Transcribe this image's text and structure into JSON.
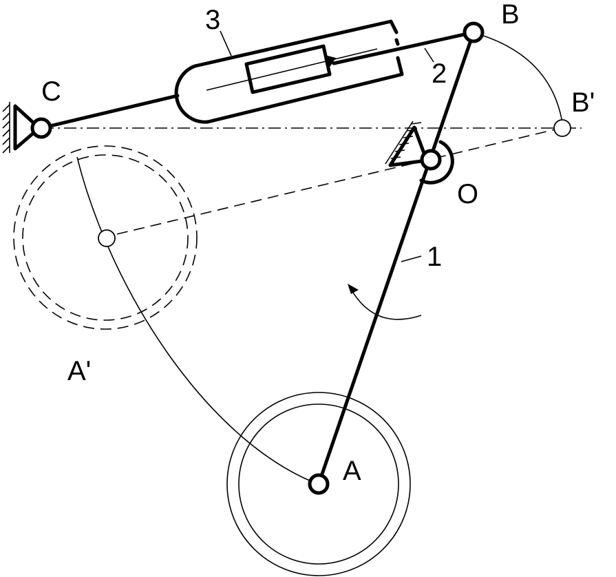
{
  "labels": {
    "point_a": "A",
    "point_a_prime": "A'",
    "point_b": "B",
    "point_b_prime": "B'",
    "point_c": "C",
    "point_o": "O",
    "link_1": "1",
    "link_2": "2",
    "link_3": "3"
  },
  "colors": {
    "line": "#000000",
    "background": "#ffffff"
  }
}
